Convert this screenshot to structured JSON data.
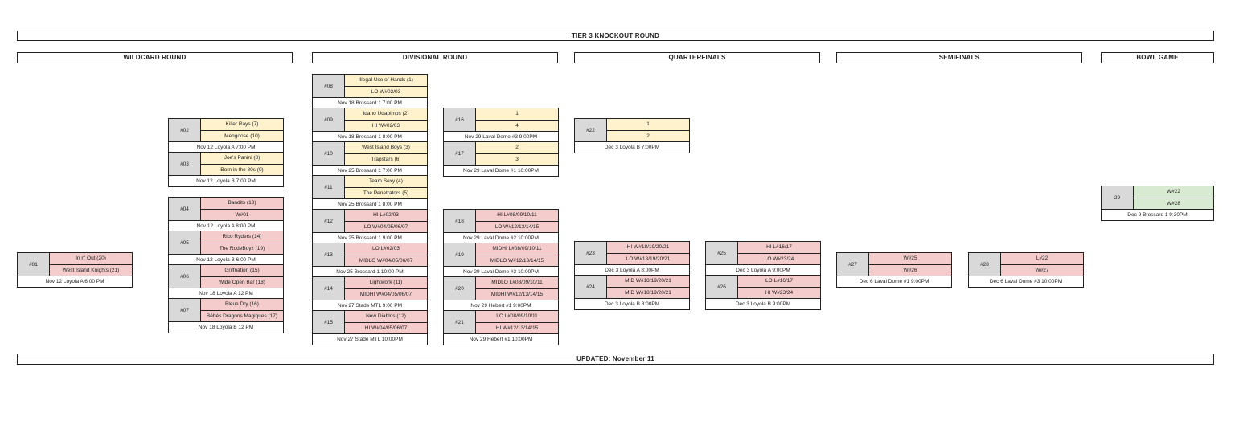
{
  "title": "TIER 3 KNOCKOUT ROUND",
  "footer": "UPDATED: November 11",
  "rounds": {
    "wildcard": "WILDCARD ROUND",
    "divisional": "DIVISIONAL ROUND",
    "quarterfinals": "QUARTERFINALS",
    "semifinals": "SEMIFINALS",
    "bowl": "BOWL GAME"
  },
  "games": [
    {
      "num": "#01",
      "t1": "In n' Out (20)",
      "t2": "West Island Knights (21)",
      "info": "Nov 12 Loyola A 6:00 PM",
      "color": "#f4cccc"
    },
    {
      "num": "#02",
      "t1": "Killer Rays (7)",
      "t2": "Mengoose (10)",
      "info": "Nov 12 Loyola A 7:00 PM",
      "color": "#fff2cc"
    },
    {
      "num": "#03",
      "t1": "Joe's Panini (8)",
      "t2": "Born in the 80s (9)",
      "info": "Nov 12 Loyola B 7:00 PM",
      "color": "#fff2cc"
    },
    {
      "num": "#04",
      "t1": "Bandits (13)",
      "t2": "W#01",
      "info": "Nov 12 Loyola A 8:00 PM",
      "color": "#f4cccc"
    },
    {
      "num": "#05",
      "t1": "Rico Ryders (14)",
      "t2": "The RudeBoyz (19)",
      "info": "Nov 12 Loyola B 6:00 PM",
      "color": "#f4cccc"
    },
    {
      "num": "#06",
      "t1": "Griffnation (15)",
      "t2": "Wide Open Bar (18)",
      "info": "Nov 18 Loyola A 12 PM",
      "color": "#f4cccc"
    },
    {
      "num": "#07",
      "t1": "Bleue Dry (16)",
      "t2": "Bébés Dragons Magiques (17)",
      "info": "Nov 18 Loyola B 12 PM",
      "color": "#f4cccc"
    },
    {
      "num": "#08",
      "t1": "Illegal Use of Hands (1)",
      "t2": "LO W#02/03",
      "info": "Nov 18 Brossard 1 7:00 PM",
      "color": "#fff2cc"
    },
    {
      "num": "#09",
      "t1": "Idaho Udapimps (2)",
      "t2": "HI W#02/03",
      "info": "Nov 18 Brossard 1 8:00 PM",
      "color": "#fff2cc"
    },
    {
      "num": "#10",
      "t1": "West Island Boys (3)",
      "t2": "Trapstars (6)",
      "info": "Nov 25 Brossard 1 7:00 PM",
      "color": "#fff2cc"
    },
    {
      "num": "#11",
      "t1": "Team Sexy (4)",
      "t2": "The Penetrators (5)",
      "info": "Nov 25 Brossard 1 8:00 PM",
      "color": "#fff2cc"
    },
    {
      "num": "#12",
      "t1": "HI L#02/03",
      "t2": "LO W#04/05/06/07",
      "info": "Nov 25 Brossard 1 9:00 PM",
      "color": "#f4cccc"
    },
    {
      "num": "#13",
      "t1": "LO L#02/03",
      "t2": "MIDLO W#04/05/06/07",
      "info": "Nov 25 Brossard 1 10:00 PM",
      "color": "#f4cccc"
    },
    {
      "num": "#14",
      "t1": "Lightwork (11)",
      "t2": "MIDHI W#04/05/06/07",
      "info": "Nov 27 Stade MTL 9:00 PM",
      "color": "#f4cccc"
    },
    {
      "num": "#15",
      "t1": "New Diablos (12)",
      "t2": "HI W#04/05/06/07",
      "info": "Nov 27 Stade MTL 10:00PM",
      "color": "#f4cccc"
    },
    {
      "num": "#16",
      "t1": "1",
      "t2": "4",
      "info": "Nov 29 Laval Dome #3 9:00PM",
      "color": "#fff2cc"
    },
    {
      "num": "#17",
      "t1": "2",
      "t2": "3",
      "info": "Nov 29 Laval Dome #1 10:00PM",
      "color": "#fff2cc"
    },
    {
      "num": "#18",
      "t1": "HI L#08/09/10/11",
      "t2": "LO W#12/13/14/15",
      "info": "Nov 29 Laval Dome #2 10:00PM",
      "color": "#f4cccc"
    },
    {
      "num": "#19",
      "t1": "MIDHI L#08/09/10/11",
      "t2": "MIDLO W#12/13/14/15",
      "info": "Nov 29 Laval Dome #3 10:00PM",
      "color": "#f4cccc"
    },
    {
      "num": "#20",
      "t1": "MIDLO L#08/09/10/11",
      "t2": "MIDHI W#12/13/14/15",
      "info": "Nov 29 Hebert #1 9:00PM",
      "color": "#f4cccc"
    },
    {
      "num": "#21",
      "t1": "LO L#08/09/10/11",
      "t2": "HI W#12/13/14/15",
      "info": "Nov 29 Hebert #1 10:00PM",
      "color": "#f4cccc"
    },
    {
      "num": "#22",
      "t1": "1",
      "t2": "2",
      "info": "Dec 3 Loyola B 7:00PM",
      "color": "#fff2cc"
    },
    {
      "num": "#23",
      "t1": "HI W#18/19/20/21",
      "t2": "LO W#18/19/20/21",
      "info": "Dec 3 Loyola A 8:00PM",
      "color": "#f4cccc"
    },
    {
      "num": "#24",
      "t1": "MID W#18/19/20/21",
      "t2": "MID W#18/19/20/21",
      "info": "Dec 3 Loyola B 8:00PM",
      "color": "#f4cccc"
    },
    {
      "num": "#25",
      "t1": "HI L#16/17",
      "t2": "LO W#23/24",
      "info": "Dec 3 Loyola A 9:00PM",
      "color": "#f4cccc"
    },
    {
      "num": "#26",
      "t1": "LO L#16/17",
      "t2": "HI W#23/24",
      "info": "Dec 3 Loyola B 9:00PM",
      "color": "#f4cccc"
    },
    {
      "num": "#27",
      "t1": "W#25",
      "t2": "W#26",
      "info": "Dec 6 Laval Dome #1 9:00PM",
      "color": "#f4cccc"
    },
    {
      "num": "#28",
      "t1": "L#22",
      "t2": "W#27",
      "info": "Dec 6 Laval Dome #3 10:00PM",
      "color": "#f4cccc"
    },
    {
      "num": "29",
      "t1": "W#22",
      "t2": "W#28",
      "info": "Dec 9 Brossard 1 9:30PM",
      "color": "#d9ead3"
    }
  ]
}
